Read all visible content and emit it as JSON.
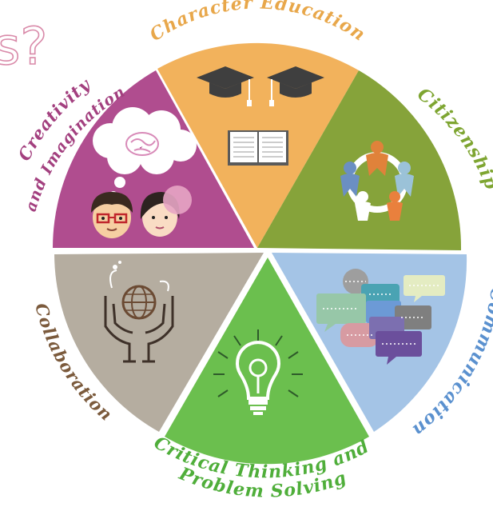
{
  "diagram": {
    "corner_glyph": "s?",
    "segments": [
      {
        "id": "character",
        "label": "Character Education",
        "color": "#f2b25c",
        "icon": "graduation-caps-and-book-icon"
      },
      {
        "id": "citizenship",
        "label": "Citizenship",
        "color": "#86a33a",
        "icon": "people-circle-icon"
      },
      {
        "id": "communication",
        "label": "Communication",
        "color": "#a4c4e6",
        "icon": "speech-bubbles-icon"
      },
      {
        "id": "critical",
        "label_lines": [
          "Critical Thinking and",
          "Problem Solving"
        ],
        "color": "#6bbf4e",
        "icon": "lightbulb-magnifier-icon"
      },
      {
        "id": "collaboration",
        "label": "Collaboration",
        "color": "#b5ada0",
        "icon": "hands-globe-icon"
      },
      {
        "id": "creativity",
        "label_lines": [
          "Creativity",
          "and Imagination"
        ],
        "color": "#b04d8f",
        "icon": "thought-cloud-faces-icon"
      }
    ],
    "label_colors": {
      "character": "#e8a74a",
      "citizenship": "#7ea531",
      "communication": "#5b91cf",
      "critical": "#4fae3a",
      "collaboration": "#7b5a3c",
      "creativity": "#a3407f"
    }
  }
}
